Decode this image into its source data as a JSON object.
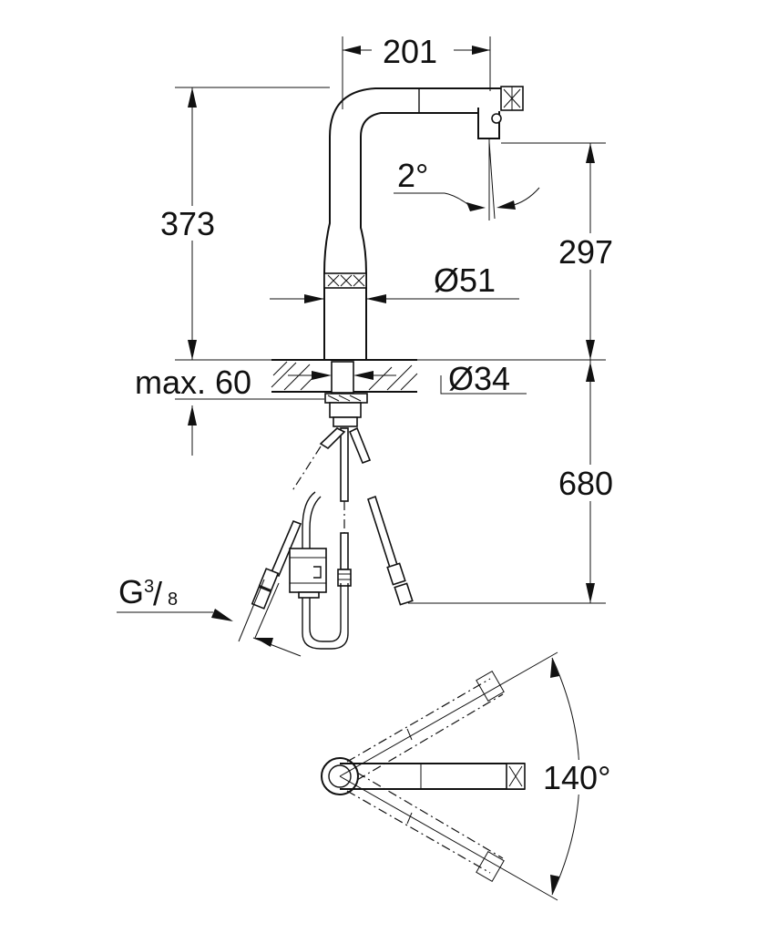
{
  "dimensions": {
    "width_top": "201",
    "height_spout": "373",
    "height_outlet": "297",
    "diameter_body": "Ø51",
    "max_thickness": "max. 60",
    "diameter_hole": "Ø34",
    "hose_length": "680",
    "tilt_angle": "2°",
    "swivel_angle": "140°"
  },
  "connection": {
    "label_g": "G",
    "sup": "3",
    "slash": "/",
    "sub": "8"
  }
}
